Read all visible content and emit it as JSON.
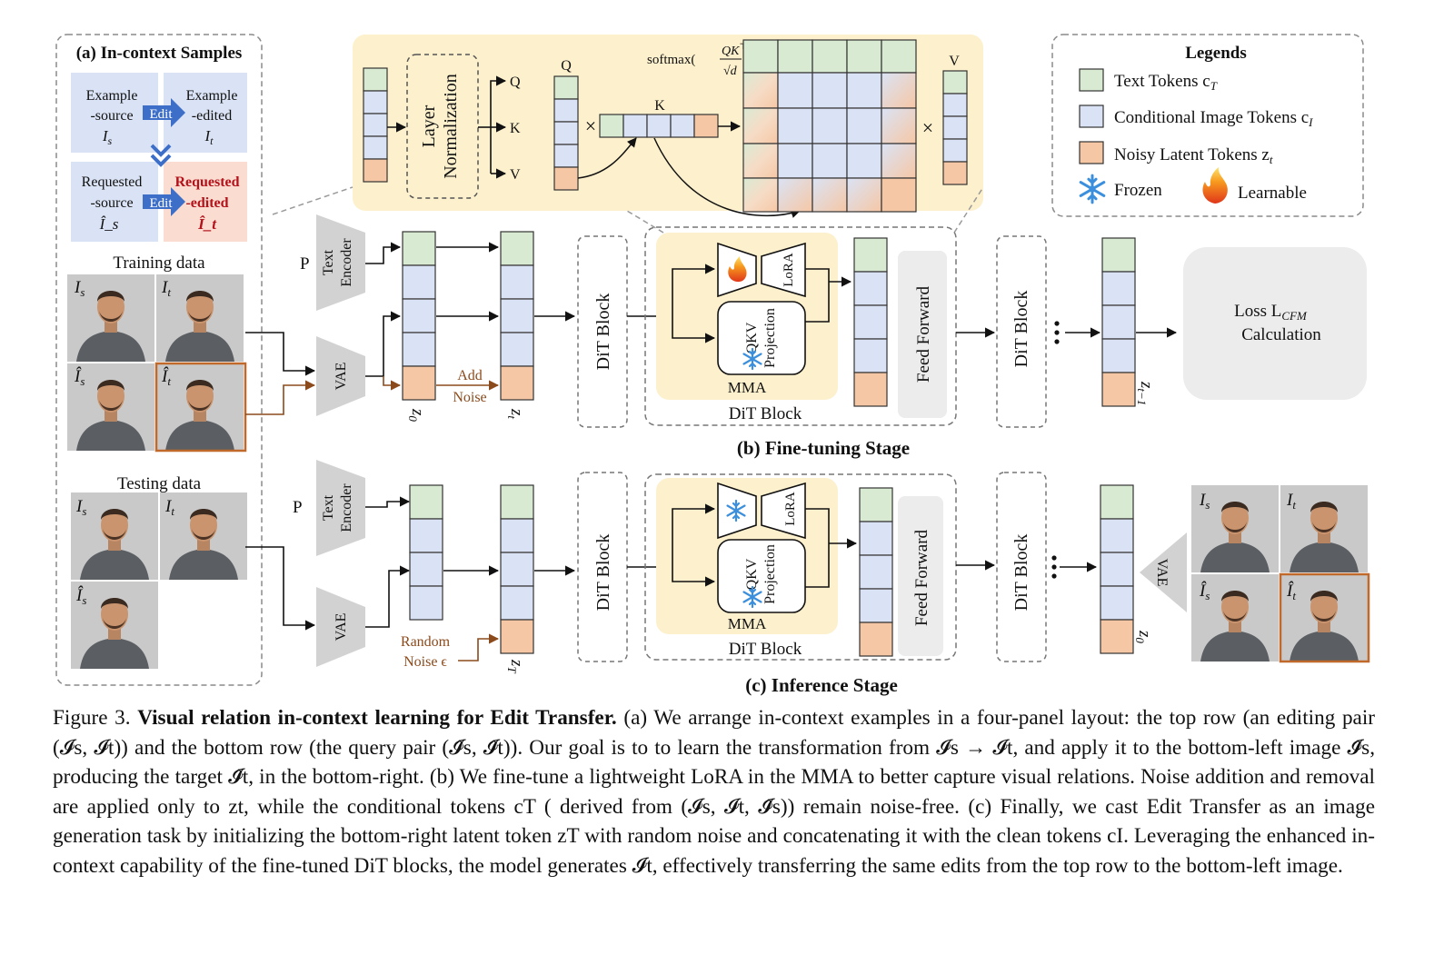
{
  "panel_a": {
    "title": "(a) In-context Samples",
    "example_source": [
      "Example",
      "-source",
      "I_s"
    ],
    "example_edited": [
      "Example",
      "-edited",
      "I_t"
    ],
    "requested_source": [
      "Requested",
      "-source",
      "Î_s"
    ],
    "requested_edited": [
      "Requested",
      "-edited",
      "Î_t"
    ],
    "edit_label": "Edit",
    "training_label": "Training data",
    "testing_label": "Testing data",
    "photo_labels": {
      "is": "I",
      "is_sub": "s",
      "it": "I",
      "it_sub": "t",
      "his": "Î",
      "his_sub": "s",
      "hit": "Î",
      "hit_sub": "t"
    }
  },
  "attention": {
    "layer_norm": [
      "Layer",
      "Normalization"
    ],
    "q": "Q",
    "k": "K",
    "v": "V",
    "v_out": "V",
    "softmax": "softmax(",
    "softmax_num": "QK",
    "softmax_den": "√d",
    "times": "×"
  },
  "legend": {
    "title": "Legends",
    "text_tokens": "Text Tokens c",
    "text_tokens_sub": "T",
    "cond_tokens": "Conditional Image Tokens c",
    "cond_tokens_sub": "I",
    "noisy_tokens": "Noisy Latent Tokens z",
    "noisy_tokens_sub": "t",
    "frozen": "Frozen",
    "learnable": "Learnable",
    "colors": {
      "text": "#d9ead3",
      "cond": "#dae3f5",
      "noisy": "#f6c7a5",
      "attention_bg": "#fdf0cd",
      "mma_bg": "#fdf0cd",
      "edited_bg": "#fbdcd0"
    }
  },
  "finetune": {
    "p": "P",
    "text_encoder": [
      "Text",
      "Encoder"
    ],
    "vae": "VAE",
    "add_noise": [
      "Add",
      "Noise"
    ],
    "z0": "z",
    "z0_sub": "0",
    "zt": "z",
    "zt_sub": "t",
    "dit_block": "DiT Block",
    "lora": "LoRA",
    "qkv": [
      "QKV",
      "Projection"
    ],
    "mma": "MMA",
    "dit_block_caption": "DiT Block",
    "feed_forward": "Feed Forward",
    "zt1": "z",
    "zt1_sub": "t−1",
    "loss": [
      "Loss L",
      "Calculation"
    ],
    "loss_sub": "CFM",
    "stage_title": "(b) Fine-tuning Stage"
  },
  "inference": {
    "p": "P",
    "text_encoder": [
      "Text",
      "Encoder"
    ],
    "vae": "VAE",
    "random_noise": [
      "Random",
      "Noise ϵ"
    ],
    "zT": "z",
    "zT_sub": "T",
    "dit_block": "DiT Block",
    "lora": "LoRA",
    "qkv": [
      "QKV",
      "Projection"
    ],
    "mma": "MMA",
    "dit_block_caption": "DiT Block",
    "feed_forward": "Feed Forward",
    "z0": "z",
    "z0_sub": "0",
    "vae_out": "VAE",
    "stage_title": "(c) Inference Stage"
  },
  "caption": {
    "fig_label": "Figure 3.",
    "title": "Visual relation in-context learning for Edit Transfer.",
    "body_1": "(a) We arrange in-context examples in a four-panel layout: the top row (an editing pair (𝓘s, 𝓘t)) and the bottom row (the query pair (𝓘̂s, 𝓘̂t)). Our goal is to to learn the transformation from 𝓘s → 𝓘t, and apply it to the bottom-left image 𝓘̂s, producing the target 𝓘̂t, in the bottom-right.",
    "body_2": "(b) We fine-tune a lightweight LoRA in the MMA to better capture visual relations. Noise addition and removal are applied only to zt, while the conditional tokens cT ( derived from (𝓘s, 𝓘t, 𝓘̂s)) remain noise-free.",
    "body_3": "(c) Finally, we cast Edit Transfer as an image generation task by initializing the bottom-right latent token zT with random noise and concatenating it with the clean tokens cI. Leveraging the enhanced in-context capability of the fine-tuned DiT blocks, the model generates 𝓘t, effectively transferring the same edits from the top row to the bottom-left image."
  }
}
